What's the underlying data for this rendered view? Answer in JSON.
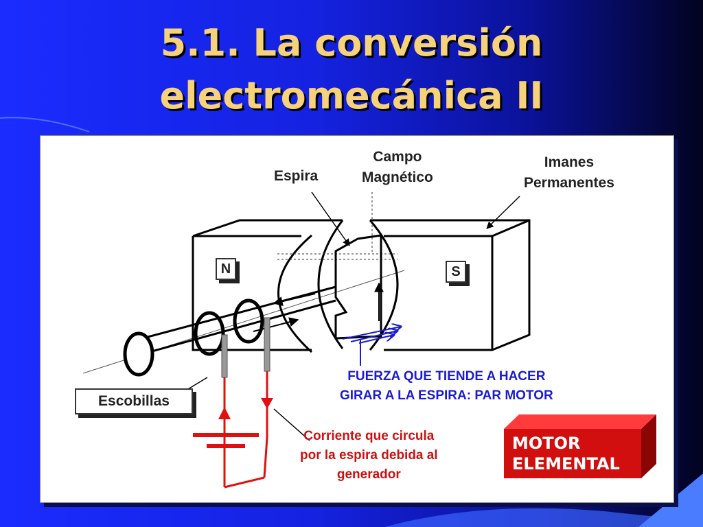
{
  "slide": {
    "title_line1": "5.1. La conversión",
    "title_line2": "electromecánica II"
  },
  "diagram": {
    "labels": {
      "espira": "Espira",
      "campo_line1": "Campo",
      "campo_line2": "Magnético",
      "imanes_line1": "Imanes",
      "imanes_line2": "Permanentes",
      "pole_n": "N",
      "pole_s": "S",
      "escobillas": "Escobillas",
      "fuerza_line1": "FUERZA QUE TIENDE A HACER",
      "fuerza_line2": "GIRAR A LA ESPIRA: PAR MOTOR",
      "corriente_line1": "Corriente que circula",
      "corriente_line2": "por la espira debida al",
      "corriente_line3": "generador"
    },
    "badge": {
      "line1": "MOTOR",
      "line2": "ELEMENTAL"
    },
    "colors": {
      "title": "#f6d27a",
      "force": "#1b1bd0",
      "current": "#cc1111",
      "badge": "#d10f0f"
    }
  }
}
